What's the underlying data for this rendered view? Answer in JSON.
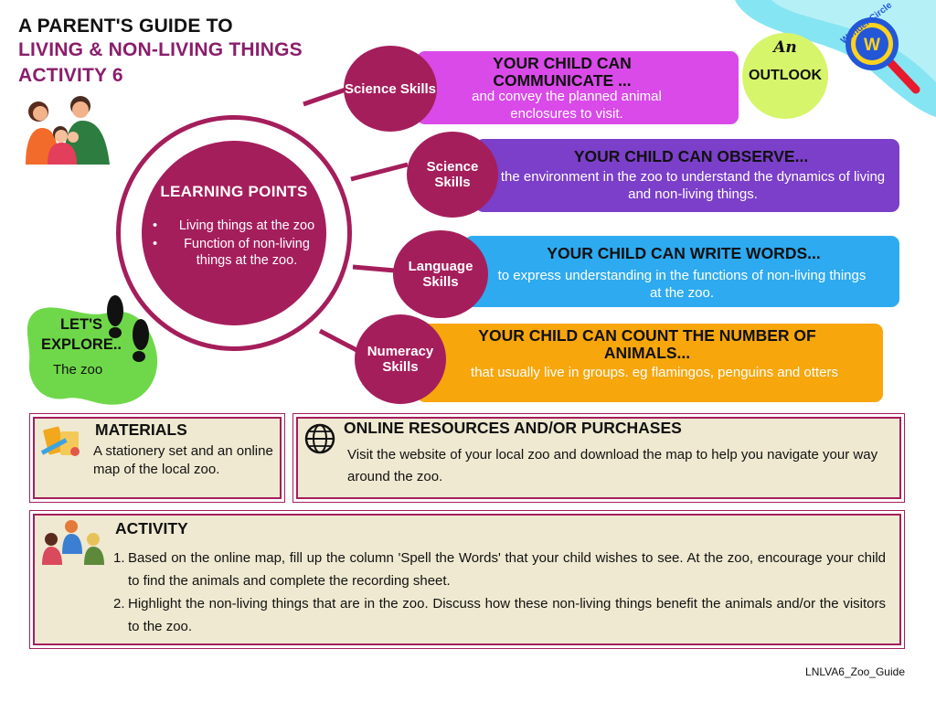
{
  "title": {
    "line1": "A PARENT'S GUIDE TO",
    "line2": "LIVING & NON-LIVING THINGS",
    "line3": "ACTIVITY 6"
  },
  "brand": {
    "an": "An",
    "outlook": "OUTLOOK",
    "logo_text": "Wonder Circle",
    "logo_letter": "W"
  },
  "learning_points": {
    "title": "LEARNING POINTS",
    "items": [
      "Living things at the zoo",
      "Function of non-living things at the zoo."
    ]
  },
  "skills": [
    {
      "label": "Science Skills",
      "heading": "YOUR CHILD CAN COMMUNICATE ...",
      "text": "and convey the planned animal enclosures to visit.",
      "color": "#d94ae8"
    },
    {
      "label": "Science Skills",
      "heading": "YOUR CHILD CAN OBSERVE...",
      "text": "the environment in the zoo to understand the dynamics of living and non-living things.",
      "color": "#7b3fc9"
    },
    {
      "label": "Language Skills",
      "heading": "YOUR CHILD CAN WRITE WORDS...",
      "text": "to express understanding in the functions of non-living things at the zoo.",
      "color": "#2eaaf0"
    },
    {
      "label": "Numeracy Skills",
      "heading": "YOUR CHILD CAN COUNT THE NUMBER OF ANIMALS...",
      "text": "that usually live in groups. eg flamingos, penguins and otters",
      "color": "#f7a60c"
    }
  ],
  "explore": {
    "title": "LET'S EXPLORE..",
    "subtitle": "The zoo"
  },
  "materials": {
    "title": "MATERIALS",
    "text": "A stationery set and an online map of the local zoo."
  },
  "resources": {
    "title": "ONLINE RESOURCES AND/OR PURCHASES",
    "text": "Visit the website of your local zoo and download the map to help you navigate your way around the zoo."
  },
  "activity": {
    "title": "ACTIVITY",
    "steps": [
      "Based on the online map, fill up the column 'Spell the Words' that your child wishes to see. At the zoo, encourage your child to find the animals and complete the recording sheet.",
      "Highlight the non-living things that are in the zoo. Discuss how these non-living things benefit the animals and/or the visitors to the zoo."
    ]
  },
  "footer": "LNLVA6_Zoo_Guide",
  "colors": {
    "primary": "#a51e5c",
    "title_purple": "#8a1e6b",
    "box_fill": "#efe9d1",
    "explore_green": "#6fd84a",
    "outlook_green": "#d6f56b",
    "corner_cyan": "#7fe3f0"
  }
}
